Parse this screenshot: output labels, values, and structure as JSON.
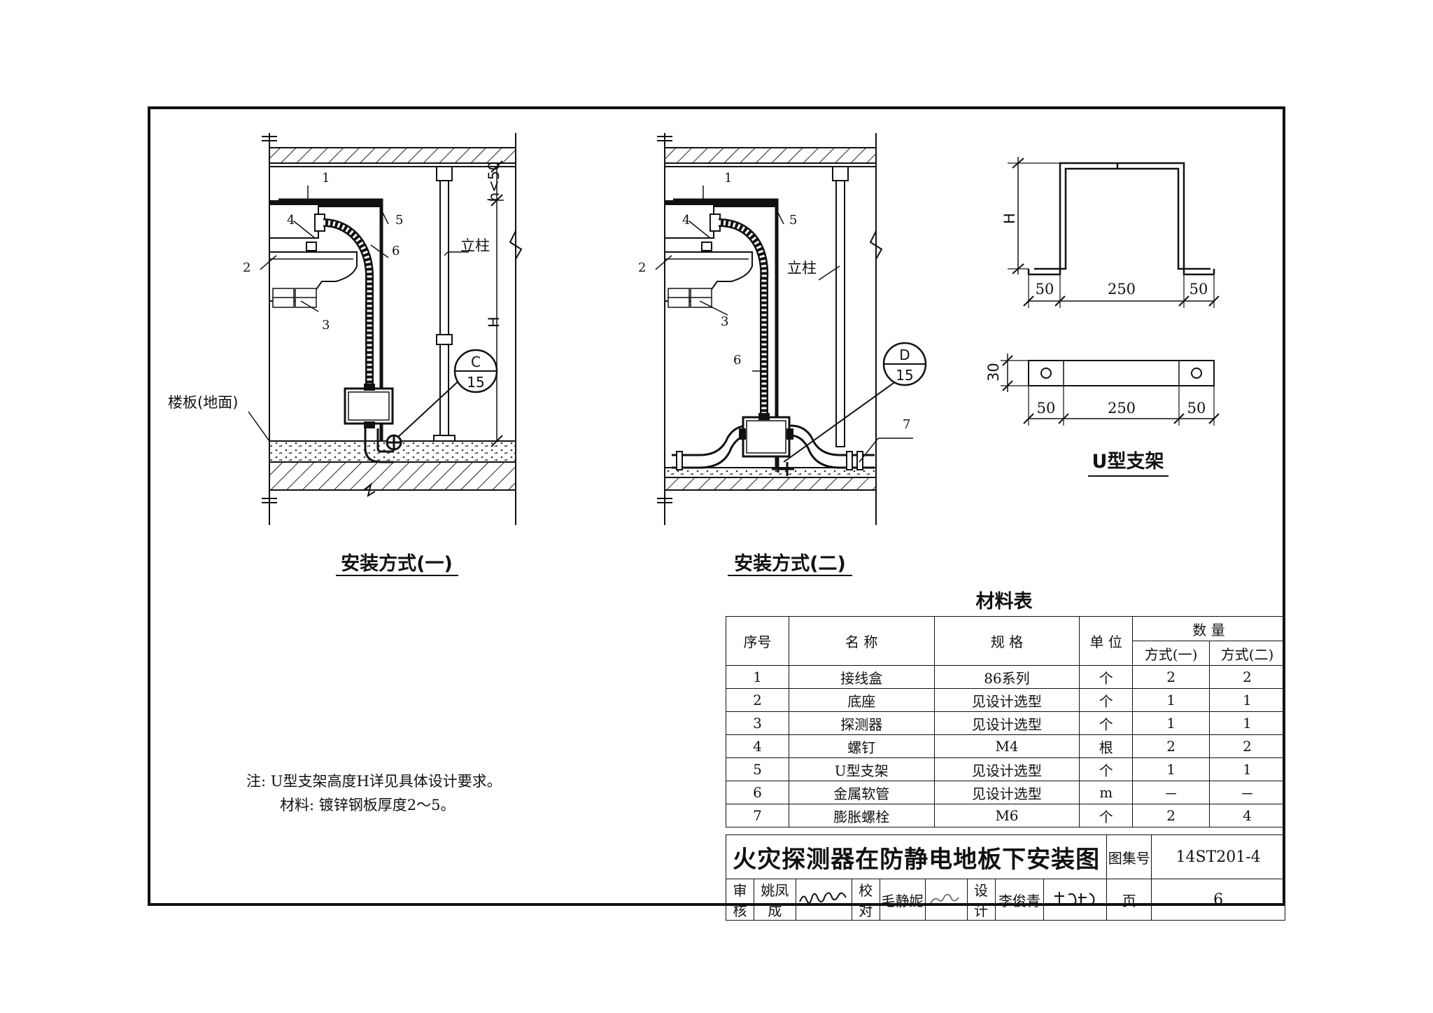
{
  "drawing": {
    "method1": {
      "caption": "安装方式(一)",
      "label_column": "立柱",
      "label_floor": "楼板(地面)",
      "dim_h": "h<50",
      "dim_H": "H",
      "callouts": [
        "1",
        "2",
        "3",
        "4",
        "5",
        "6"
      ],
      "detail_ref": {
        "letter": "C",
        "number": "15"
      }
    },
    "method2": {
      "caption": "安装方式(二)",
      "label_column": "立柱",
      "callouts": [
        "1",
        "2",
        "3",
        "4",
        "5",
        "6",
        "7"
      ],
      "detail_ref": {
        "letter": "D",
        "number": "15"
      }
    },
    "bracket": {
      "caption": "U型支架",
      "dim_H": "H",
      "dims_top": [
        "50",
        "250",
        "50"
      ],
      "dims_bottom": [
        "50",
        "250",
        "50"
      ],
      "dim_thickness": "30"
    }
  },
  "notes": {
    "line1": "注: U型支架高度H详见具体设计要求。",
    "line2": "材料: 镀锌钢板厚度2～5。"
  },
  "materials": {
    "title": "材料表",
    "headers": {
      "no": "序号",
      "name": "名 称",
      "spec": "规 格",
      "unit": "单 位",
      "qty": "数 量",
      "qty1": "方式(一)",
      "qty2": "方式(二)"
    },
    "rows": [
      {
        "no": "1",
        "name": "接线盒",
        "spec": "86系列",
        "unit": "个",
        "q1": "2",
        "q2": "2"
      },
      {
        "no": "2",
        "name": "底座",
        "spec": "见设计选型",
        "unit": "个",
        "q1": "1",
        "q2": "1"
      },
      {
        "no": "3",
        "name": "探测器",
        "spec": "见设计选型",
        "unit": "个",
        "q1": "1",
        "q2": "1"
      },
      {
        "no": "4",
        "name": "螺钉",
        "spec": "M4",
        "unit": "根",
        "q1": "2",
        "q2": "2"
      },
      {
        "no": "5",
        "name": "U型支架",
        "spec": "见设计选型",
        "unit": "个",
        "q1": "1",
        "q2": "1"
      },
      {
        "no": "6",
        "name": "金属软管",
        "spec": "见设计选型",
        "unit": "m",
        "q1": "－",
        "q2": "－"
      },
      {
        "no": "7",
        "name": "膨胀螺栓",
        "spec": "M6",
        "unit": "个",
        "q1": "2",
        "q2": "4"
      }
    ]
  },
  "title_block": {
    "title": "火灾探测器在防静电地板下安装图",
    "atlas_label": "图集号",
    "atlas_no": "14ST201-4",
    "review_label": "审核",
    "reviewer": "姚凤成",
    "check_label": "校对",
    "checker": "毛静妮",
    "design_label": "设计",
    "designer": "李俊青",
    "page_label": "页",
    "page_no": "6"
  }
}
